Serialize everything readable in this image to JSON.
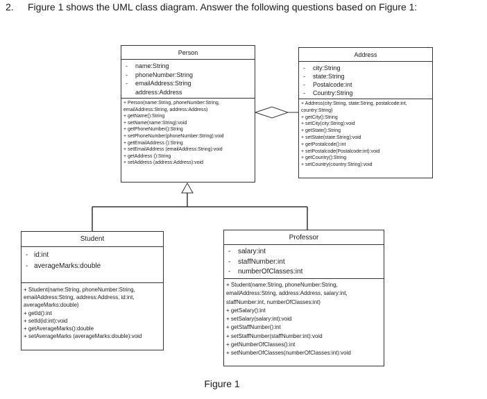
{
  "question": {
    "number": "2.",
    "text": "Figure 1 shows the UML class diagram. Answer the following questions based on Figure 1:"
  },
  "figure": {
    "caption": "Figure 1",
    "classes": {
      "person": {
        "name": "Person",
        "attributes": [
          "name:String",
          "phoneNumber:String",
          "emailAddress:String",
          "address:Address"
        ],
        "methods": [
          "+ Person(name:String, phoneNumber:String,",
          "emailAddress:String, address:Address)",
          "+ getName():String",
          "+ setName(name:String):void",
          "+ getPhoneNumber():String",
          "+ setPhoneNumber(phoneNumber:String):void",
          "+ getEmailAddress ():String",
          "+ setEmailAddress (emailAddress:String):void",
          "+ getAddress ():String",
          "+ setAddress (address:Address):void"
        ]
      },
      "address": {
        "name": "Address",
        "attributes": [
          "city:String",
          "state:String",
          "Postalcode:int",
          "Country:String"
        ],
        "methods": [
          "+ Address(city:String, state:String, postalcode:int,",
          "country:String)",
          "+ getCity():String",
          "+ setCity(city:String):void",
          "+ getState():String",
          "+ setState(state:String):void",
          "+ getPostalcode():int",
          "+ setPostalcode(Postalcode:int):void",
          "+ getCountry():String",
          "+ setCountry(country:String):void"
        ]
      },
      "student": {
        "name": "Student",
        "attributes": [
          "id:int",
          "averageMarks:double"
        ],
        "methods": [
          "+ Student(name:String, phoneNumber:String,",
          "emailAddress:String, address:Address, id:int,",
          "averageMarks:double)",
          "+ getId():int",
          "+ setId(id:int):void",
          "+ getAverageMarks():double",
          "+ setAverageMarks (averageMarks:double):void"
        ]
      },
      "professor": {
        "name": "Professor",
        "attributes": [
          "salary:int",
          "staffNumber:int",
          "numberOfClasses:int"
        ],
        "methods": [
          "+ Student(name:String, phoneNumber:String,",
          "emailAddress:String, address:Address, salary:int,",
          "staffNumber:int, numberOfClasses:int)",
          "+ getSalary():int",
          "+ setSalary(salary:int):void",
          "+ getStaffNumber():int",
          "+ setStaffNumber(staffNumber:int):void",
          "+ getNumberOfClasses():int",
          "+ setNumberOfClasses(numberOfClasses:int):void"
        ]
      }
    },
    "attribute_marker": "-",
    "relationships": [
      {
        "type": "aggregation",
        "from": "Person",
        "to": "Address"
      },
      {
        "type": "generalization",
        "from": "Student",
        "to": "Person"
      },
      {
        "type": "generalization",
        "from": "Professor",
        "to": "Person"
      }
    ]
  }
}
